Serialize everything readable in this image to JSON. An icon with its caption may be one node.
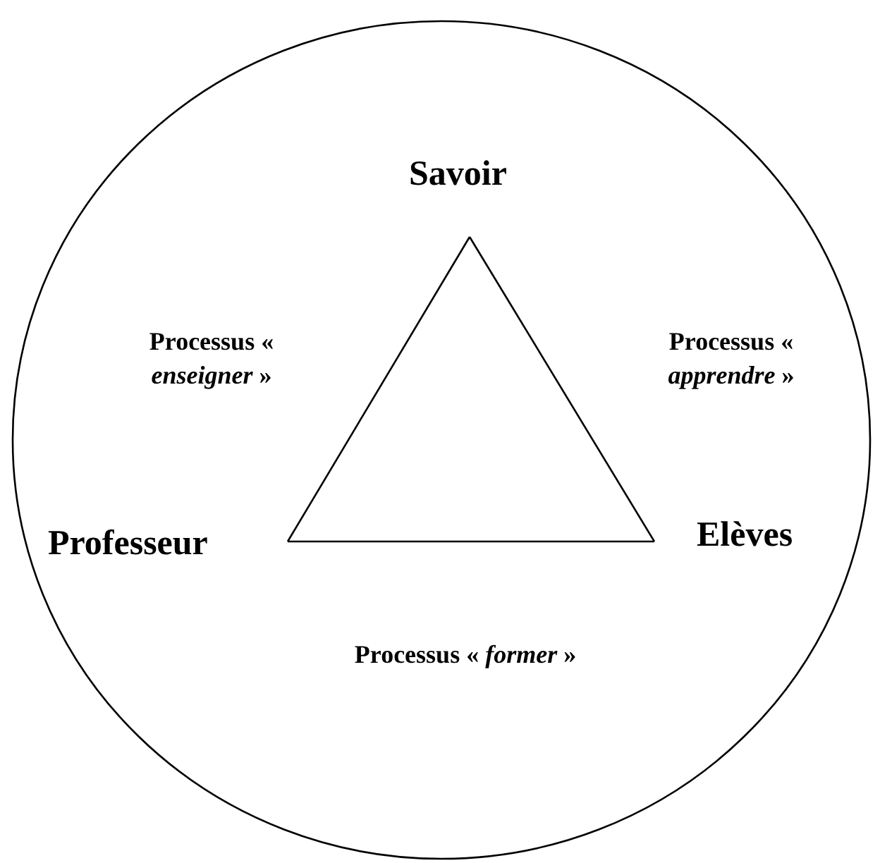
{
  "diagram": {
    "nodes": [
      {
        "text": [],
        "shape": "circle"
      },
      {
        "text": [
          "Savoir"
        ],
        "in": 0
      },
      {
        "text": [
          "Professeur"
        ],
        "in": 0
      },
      {
        "text": [
          "Elèves"
        ],
        "in": 0
      }
    ],
    "edges": [
      {
        "from": 2,
        "to": 1,
        "arrow": "none",
        "label": "Processus « *enseigner* »"
      },
      {
        "from": 1,
        "to": 3,
        "arrow": "none",
        "label": "Processus « *apprendre* »"
      },
      {
        "from": 2,
        "to": 3,
        "arrow": "none",
        "label": "Processus « *former* »"
      }
    ]
  }
}
